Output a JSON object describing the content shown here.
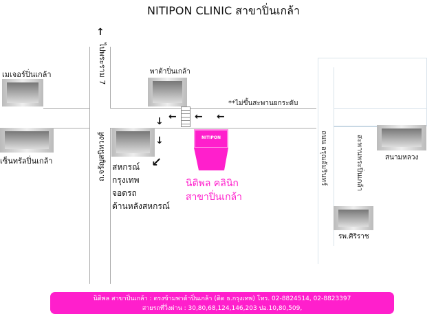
{
  "title": "NITIPON CLINIC สาขาปิ่นเกล้า",
  "roads": {
    "rama7": "ไปพระราม 7",
    "charan": "ถ.จรัญสนิทวงศ์",
    "arun": "ถนน อรุณอัมรินทร์",
    "bridge": "สะพานพระปิ่นเกล้า",
    "no_flyover": "**ไม่ขึ้นสะพานยกระดับ"
  },
  "landmarks": {
    "major": "เมเจอร์ปิ่นเกล้า",
    "pata": "พาต้าปิ่นเกล้า",
    "central": "เซ็นทรัลปิ่นเกล้า",
    "sanamluang": "สนามหลวง",
    "siriraj": "รพ.ศิริราช"
  },
  "parking": [
    "สหกรณ์",
    "กรุงเทพ",
    "จอดรถ",
    "ด้านหลังสหกรณ์"
  ],
  "clinic": {
    "sign": "NITIPON",
    "line1": "นิติพล คลินิก",
    "line2": "สาขาปิ่นเกล้า",
    "color": "#ff1fcc"
  },
  "footer": {
    "line1": "นิติพล สาขาปิ่นเกล้า : ตรงข้ามพาต้าปิ่นเกล้า (ติด ธ.กรุงเทพ)   โทร. 02-8824514, 02-8823397",
    "line2": "สายรถที่วิ่งผ่าน : 30,80,68,124,146,203   ปอ.10,80,509,"
  }
}
